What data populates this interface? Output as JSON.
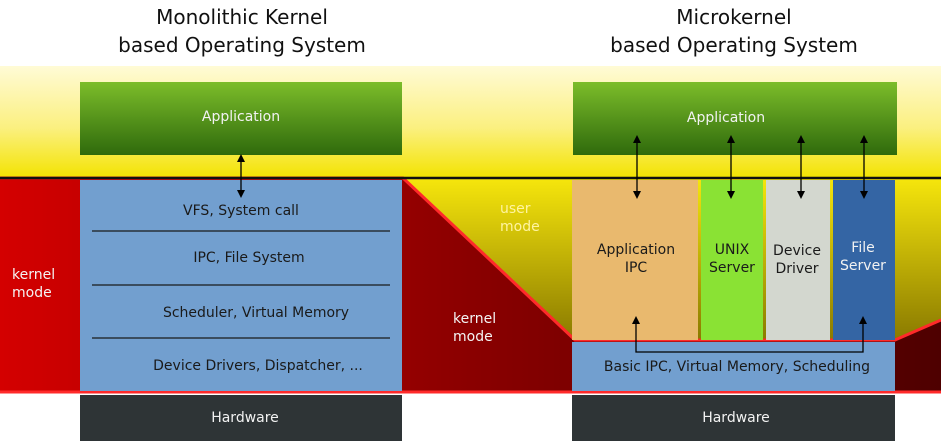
{
  "monolithic": {
    "title_line1": "Monolithic Kernel",
    "title_line2": "based Operating System",
    "application": "Application",
    "layers": [
      "VFS, System call",
      "IPC, File System",
      "Scheduler, Virtual Memory",
      "Device Drivers, Dispatcher, ..."
    ],
    "hardware": "Hardware"
  },
  "modes": {
    "kernel_left_1": "kernel",
    "kernel_left_2": "mode",
    "user_1": "user",
    "user_2": "mode",
    "kernel_mid_1": "kernel",
    "kernel_mid_2": "mode"
  },
  "microkernel": {
    "title_line1": "Microkernel",
    "title_line2": "based Operating System",
    "application": "Application",
    "servers": [
      {
        "line1": "Application",
        "line2": "IPC"
      },
      {
        "line1": "UNIX",
        "line2": "Server"
      },
      {
        "line1": "Device",
        "line2": "Driver"
      },
      {
        "line1": "File",
        "line2": "Server"
      }
    ],
    "kernel": "Basic IPC, Virtual Memory, Scheduling",
    "hardware": "Hardware"
  },
  "colors": {
    "user_space_top": "#fff9c4",
    "user_space_bottom": "#f5e600",
    "kernel_red": "#c00000",
    "kernel_dark": "#6e0000",
    "kernel_border": "#ff2a2a",
    "app_green_top": "#7cbd2a",
    "app_green_bottom": "#2f6e0c",
    "layer_blue": "#729fcf",
    "hardware": "#2e3436",
    "server_app_ipc": "#e9b96e",
    "server_unix": "#8ae234",
    "server_device": "#d3d7cf",
    "server_file": "#3465a4"
  }
}
